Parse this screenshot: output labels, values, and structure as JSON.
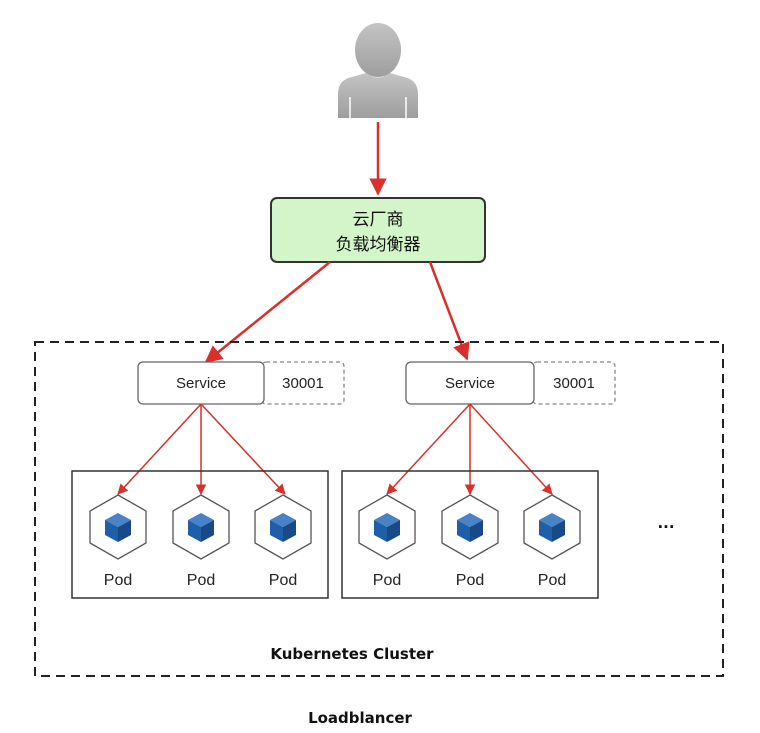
{
  "load_balancer": {
    "line1": "云厂商",
    "line2": "负载均衡器",
    "fill_color": "#d3f5c9",
    "border_color": "#333333"
  },
  "arrow_color": "#d9302b",
  "services": [
    {
      "label": "Service",
      "port": "30001",
      "pods": [
        "Pod",
        "Pod",
        "Pod"
      ]
    },
    {
      "label": "Service",
      "port": "30001",
      "pods": [
        "Pod",
        "Pod",
        "Pod"
      ]
    }
  ],
  "more_indicator": "...",
  "cluster_label": "Kubernetes Cluster",
  "caption": "Loadblancer",
  "icons": {
    "user": "user-icon",
    "pod": "cube-icon"
  },
  "cube_color": "#1f5ea8"
}
